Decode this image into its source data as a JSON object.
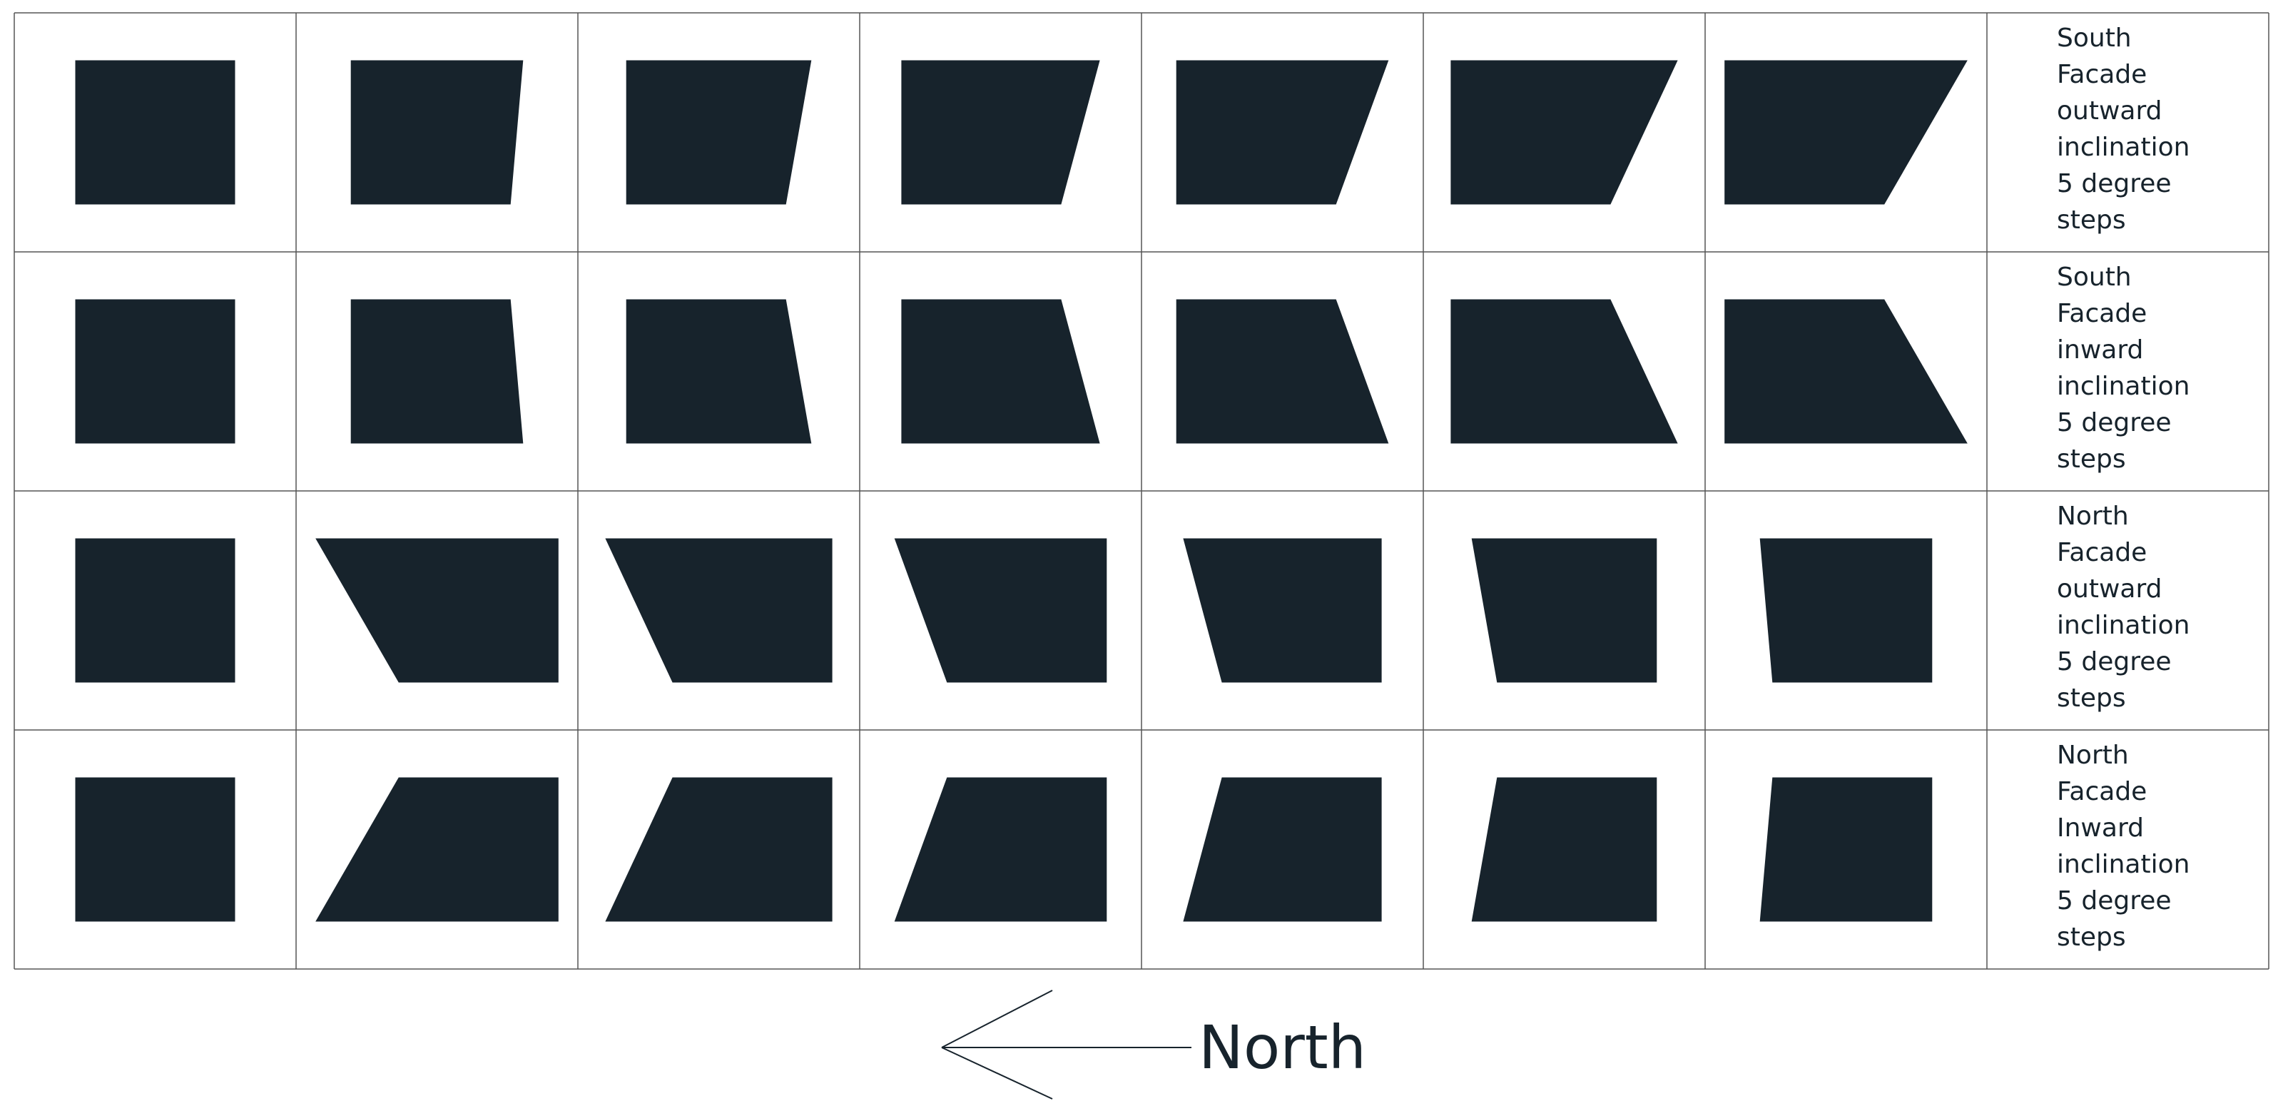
{
  "rows": [
    {
      "label": [
        "South",
        "Facade",
        "outward",
        "inclination",
        "5 degree",
        "steps"
      ],
      "tilts_degrees": [
        0,
        5,
        10,
        15,
        20,
        25,
        30
      ]
    },
    {
      "label": [
        "South",
        "Facade",
        "inward",
        "inclination",
        "5 degree",
        "steps"
      ],
      "tilts_degrees": [
        0,
        5,
        10,
        15,
        20,
        25,
        30
      ]
    },
    {
      "label": [
        "North",
        "Facade",
        "outward",
        "inclination",
        "5 degree",
        "steps"
      ],
      "tilts_degrees": [
        0,
        30,
        25,
        20,
        15,
        10,
        5
      ]
    },
    {
      "label": [
        "North",
        "Facade",
        "Inward",
        "inclination",
        "5 degree",
        "steps"
      ],
      "tilts_degrees": [
        0,
        30,
        25,
        20,
        15,
        10,
        5
      ]
    }
  ],
  "compass": {
    "label": "North",
    "arrow_direction": "left"
  },
  "colors": {
    "shape_fill": "#17232c",
    "grid_line": "#555555",
    "background": "#ffffff"
  }
}
